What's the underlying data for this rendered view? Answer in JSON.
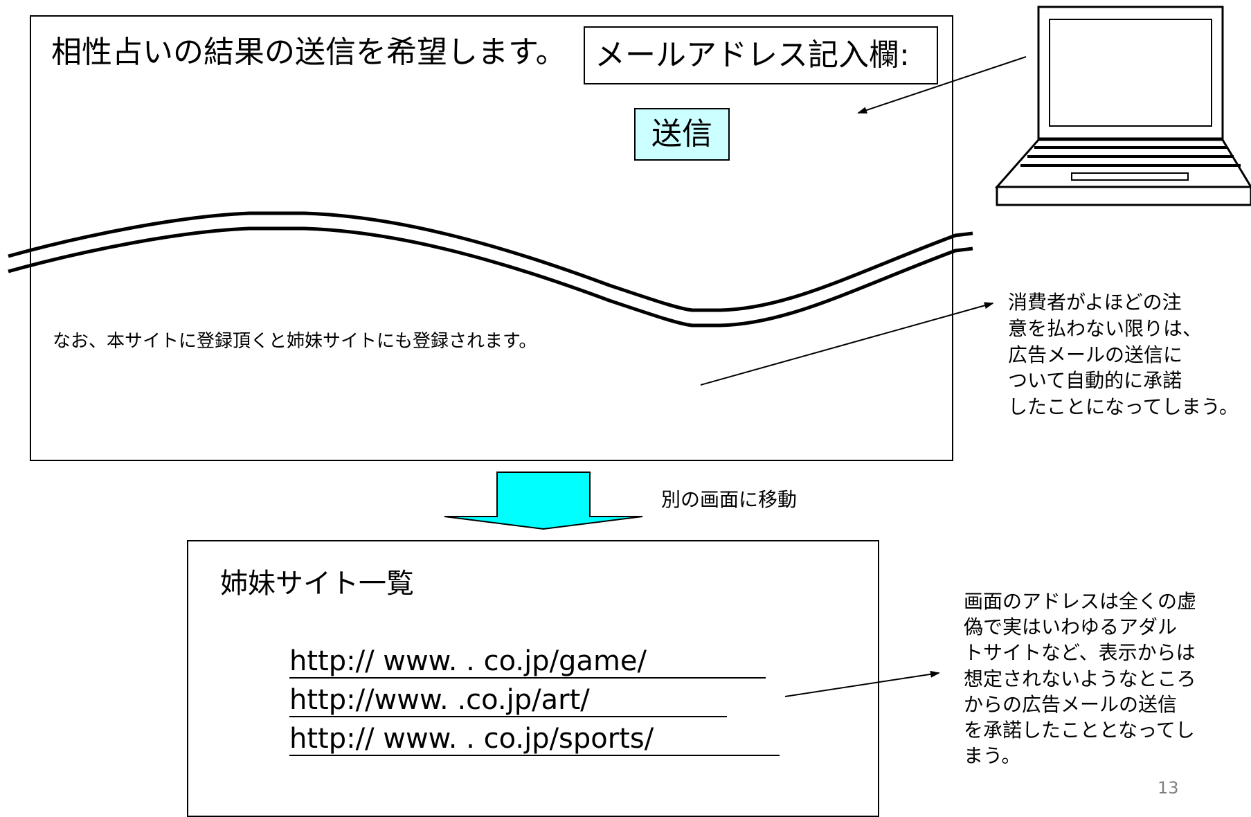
{
  "top_screen": {
    "heading": "相性占いの結果の送信を希望します。",
    "email_field_label": "メールアドレス記入欄:",
    "send_button": "送信",
    "registration_note": "なお、本サイトに登録頂くと姉妹サイトにも登録されます。"
  },
  "annotations": {
    "consumer_consent": [
      "消費者がよほどの注",
      "意を払わない限りは、",
      "広告メールの送信に",
      "ついて自動的に承諾",
      "したことになってしまう。"
    ],
    "move_to_other_screen": "別の画面に移動",
    "fake_address": [
      "画面のアドレスは全くの虚",
      "偽で実はいわゆるアダル",
      "トサイトなど、表示からは",
      "想定されないようなところ",
      "からの広告メールの送信",
      "を承諾したこととなってし",
      "まう。"
    ]
  },
  "bottom_screen": {
    "heading": "姉妹サイト一覧",
    "urls": [
      "http:// www.          . co.jp/game/",
      "http://www.          .co.jp/art/",
      "http:// www.          . co.jp/sports/"
    ]
  },
  "page_number": "13",
  "colors": {
    "send_button_bg": "#ccffff",
    "arrow_fill": "#00ffff",
    "page_number": "#7f7f7f"
  }
}
